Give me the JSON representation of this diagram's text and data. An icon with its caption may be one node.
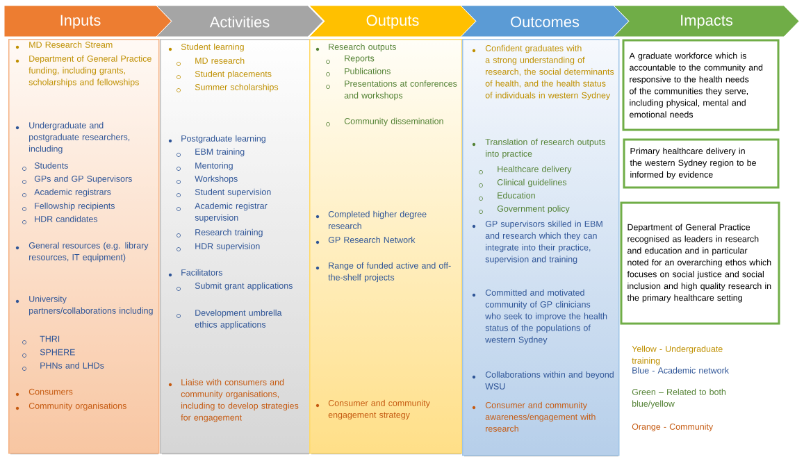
{
  "diagram": {
    "nodes": [
      {
        "text": [
          "Inputs"
        ]
      },
      {
        "text": [
          "Activities"
        ]
      },
      {
        "text": [
          "Outputs"
        ]
      },
      {
        "text": [
          "Outcomes"
        ]
      },
      {
        "text": [
          "Impacts"
        ]
      },
      {
        "text": [
          "MD Research Stream",
          "Department of General Practice funding, including grants, scholarships and fellowships",
          "Undergraduate and postgraduate researchers, including",
          "Students",
          "GPs and GP Supervisors",
          "Academic registrars",
          "Fellowship recipients",
          "HDR candidates",
          "General resources (e.g. library resources, IT equipment)",
          "University partners/collaborations including",
          "THRI",
          "SPHERE",
          "PHNs and LHDs",
          "Consumers",
          "Community organisations"
        ]
      },
      {
        "text": [
          "Student learning",
          "MD research",
          "Student placements",
          "Summer scholarships",
          "Postgraduate learning",
          "EBM training",
          "Mentoring",
          "Workshops",
          "Student supervision",
          "Academic registrar supervision",
          "Research training",
          "HDR supervision",
          "Facilitators",
          "Submit grant applications",
          "Development umbrella ethics applications",
          "Liaise with consumers and community organisations, including to develop strategies for engagement"
        ]
      },
      {
        "text": [
          "Research outputs",
          "Reports",
          "Publications",
          "Presentations at conferences and workshops",
          "Community dissemination",
          "Completed higher degree research",
          "GP Research Network",
          "Range of funded active and off-the-shelf projects",
          "Consumer and community engagement strategy"
        ]
      },
      {
        "text": [
          "Confident graduates with a strong understanding of research, the social determinants of health, and the health status of individuals in western Sydney",
          "Translation of research outputs into practice",
          "Healthcare delivery",
          "Clinical guidelines",
          "Education",
          "Government policy",
          "GP supervisors skilled in EBM and research which they can integrate into their practice, supervision and training",
          "Committed and motivated community of GP clinicians who seek to improve the health status of the populations of western Sydney",
          "Collaborations within and beyond WSU",
          "Consumer and community awareness/engagement with research"
        ]
      },
      {
        "text": [
          "A graduate workforce which is accountable to the community and responsive to the health needs of the communities they serve, including physical, mental and emotional needs"
        ]
      },
      {
        "text": [
          "Primary healthcare delivery in the western Sydney region to be informed by evidence"
        ]
      },
      {
        "text": [
          "Department of General Practice recognised as leaders in research and education and in particular noted for an overarching ethos which focuses on social justice and social inclusion and high quality research in the primary healthcare setting"
        ]
      }
    ],
    "legend": [
      {
        "text": "Yellow - Undergraduate training",
        "color": "#bf9000"
      },
      {
        "text": "Blue - Academic network",
        "color": "#2f5597"
      },
      {
        "text": "Green – Related to both blue/yellow",
        "color": "#548235"
      },
      {
        "text": "Orange - Community",
        "color": "#c55a11"
      }
    ]
  }
}
